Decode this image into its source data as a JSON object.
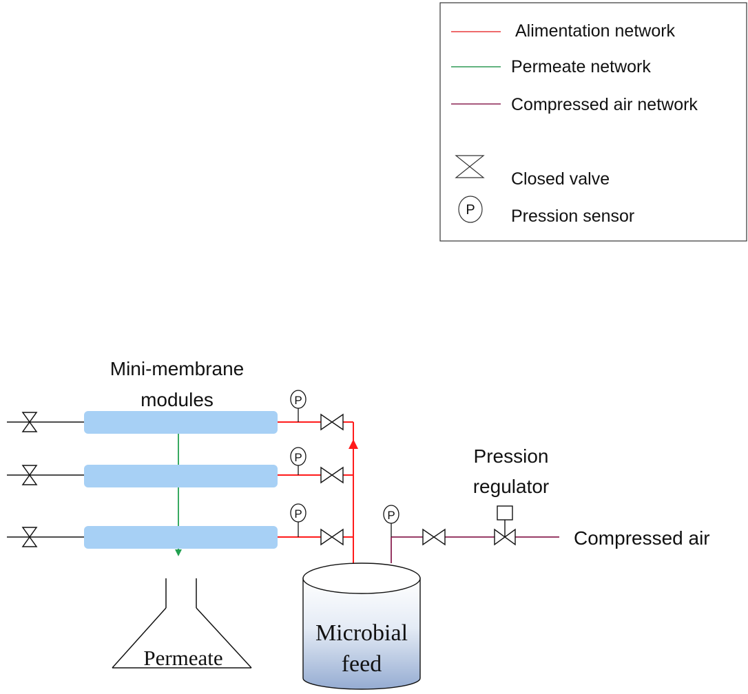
{
  "legend": {
    "items": [
      {
        "label": "Alimentation network",
        "color": "#e8393a"
      },
      {
        "label": "Permeate network",
        "color": "#2e9a55"
      },
      {
        "label": "Compressed air network",
        "color": "#8a2150"
      },
      {
        "label": "Closed valve",
        "icon": "closed-valve-icon"
      },
      {
        "label": "Pression sensor",
        "icon": "pressure-sensor-icon",
        "symbol": "P"
      }
    ]
  },
  "labels": {
    "modules_line1": "Mini-membrane",
    "modules_line2": "modules",
    "regulator_line1": "Pression",
    "regulator_line2": "regulator",
    "compressed_air": "Compressed air",
    "permeate": "Permeate",
    "feed_line1": "Microbial",
    "feed_line2": "feed",
    "sensor_symbol": "P"
  },
  "colors": {
    "alimentation": "#ff1a1a",
    "permeate": "#22a050",
    "compressed_air": "#8a2150",
    "module_fill": "#a7d0f5",
    "tank_top": "#ffffff",
    "tank_bottom": "#9fb4d6"
  }
}
